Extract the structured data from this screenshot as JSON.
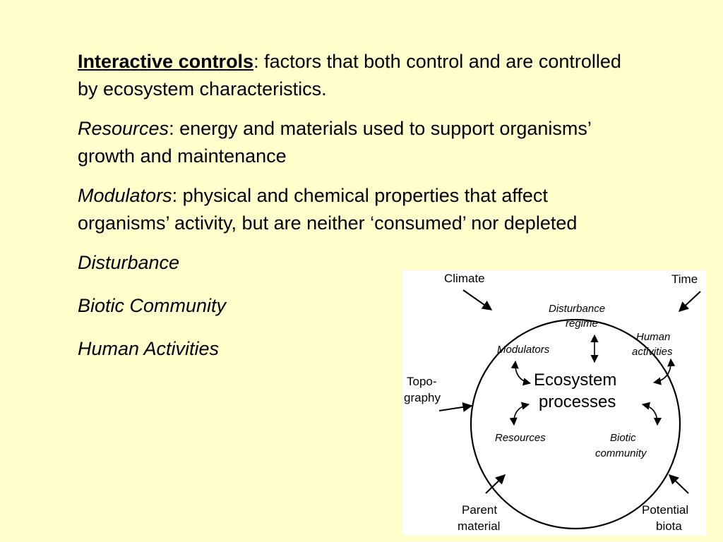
{
  "slide": {
    "paragraphs": [
      {
        "term": "Interactive controls",
        "rest": ": factors that both control and are controlled by ecosystem characteristics."
      },
      {
        "term": "Resources",
        "rest": ": energy and materials used to support organisms’ growth and maintenance"
      },
      {
        "term": "Modulators",
        "rest": ": physical and chemical properties that affect organisms’ activity, but are neither ‘consumed’ nor depleted"
      }
    ],
    "items": [
      "Disturbance",
      "Biotic Community",
      "Human Activities"
    ]
  },
  "diagram": {
    "outer": {
      "climate": "Climate",
      "time": "Time",
      "topo_1": "Topo-",
      "topo_2": "graphy",
      "parent_1": "Parent",
      "parent_2": "material",
      "potential_1": "Potential",
      "potential_2": "biota"
    },
    "inner": {
      "disturbance_1": "Disturbance",
      "disturbance_2": "regime",
      "modulators": "Modulators",
      "human_1": "Human",
      "human_2": "activities",
      "resources": "Resources",
      "biotic_1": "Biotic",
      "biotic_2": "community"
    },
    "center": {
      "line_1": "Ecosystem",
      "line_2": "processes"
    }
  }
}
